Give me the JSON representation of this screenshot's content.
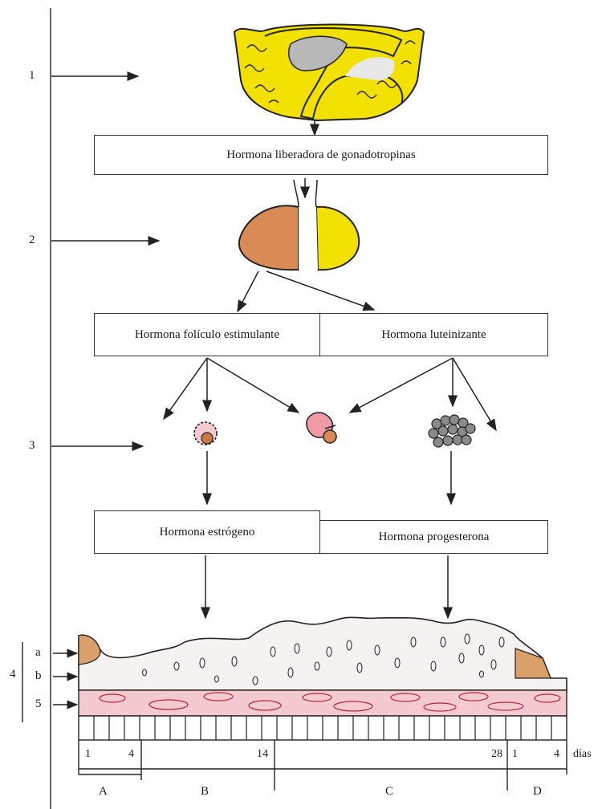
{
  "boxes": {
    "gnrh": "Hormona liberadora de gonadotropinas",
    "fsh": "Hormona folículo estimulante",
    "lh": "Hormona luteinizante",
    "estrogen": "Hormona estrógeno",
    "progesterone": "Hormona progesterona"
  },
  "levels": [
    "1",
    "2",
    "3"
  ],
  "layers": {
    "group": "4",
    "a": "a",
    "b": "b",
    "five": "5"
  },
  "days": {
    "d1": "1",
    "d4": "4",
    "d14": "14",
    "d28": "28",
    "d1b": "1",
    "d4b": "4",
    "unit": "días"
  },
  "phases": [
    "A",
    "B",
    "C",
    "D"
  ],
  "colors": {
    "hypothalamus": "#f2e000",
    "pituitary_anterior": "#d98a55",
    "pituitary_posterior": "#f2e000",
    "endometrium": "#f4c9cf",
    "shed": "#d9a06a"
  }
}
